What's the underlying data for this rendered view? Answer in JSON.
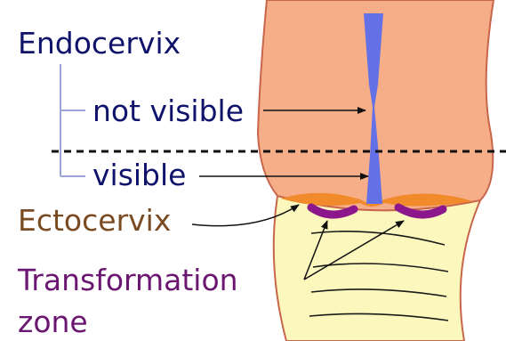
{
  "labels": {
    "endocervix": "Endocervix",
    "not_visible": "not visible",
    "visible": "visible",
    "ectocervix": "Ectocervix",
    "transformation": "Transformation",
    "zone": "zone"
  },
  "colors": {
    "endocervix_text": "#10136b",
    "ectocervix_text": "#7a4b22",
    "transformation_text": "#6b1670",
    "tissue_fill": "#f6ae88",
    "tissue_stroke": "#c8654b",
    "canal": "#6470e6",
    "ectocervix_surface": "#f08a2a",
    "transformation_zone": "#8c168c",
    "vaginal_fill": "#fbf7bd",
    "bracket": "#9aa4d6"
  }
}
